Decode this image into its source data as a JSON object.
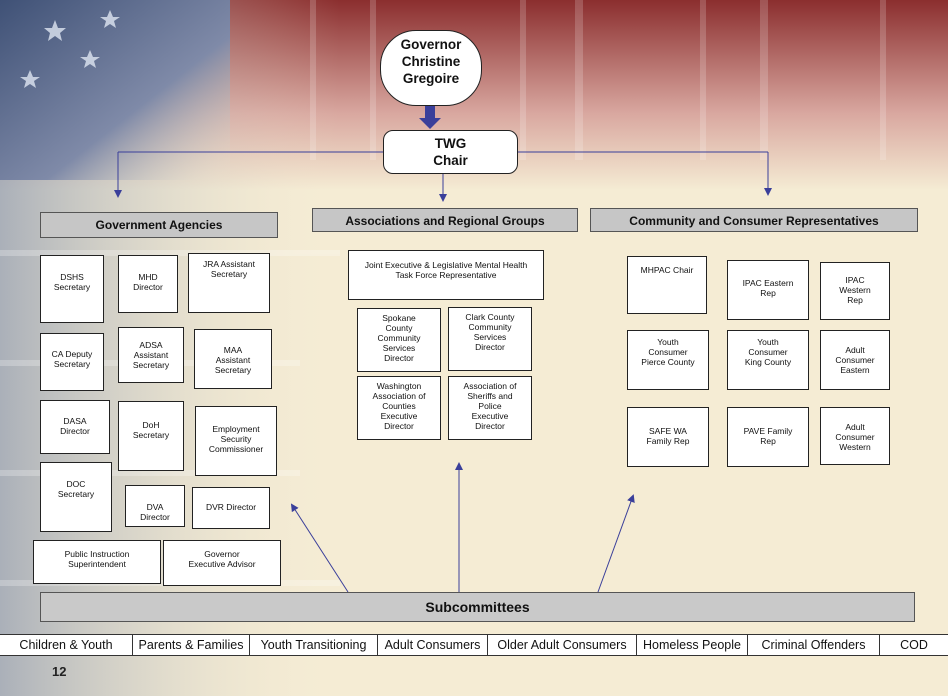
{
  "governor": "Governor\nChristine\nGregoire",
  "chair": "TWG\nChair",
  "headers": {
    "gov": "Government Agencies",
    "assoc": "Associations and Regional Groups",
    "community": "Community and Consumer Representatives"
  },
  "gov_boxes": {
    "dshs": "DSHS\nSecretary",
    "mhd": "MHD\nDirector",
    "jra": "JRA Assistant\nSecretary",
    "ca": "CA Deputy\nSecretary",
    "adsa": "ADSA\nAssistant\nSecretary",
    "maa": "MAA\nAssistant\nSecretary",
    "dasa": "DASA\nDirector",
    "doh": "DoH\nSecretary",
    "esc": "Employment\nSecurity\nCommissioner",
    "doc": "DOC\nSecretary",
    "dva": "DVA\nDirector",
    "dvr": "DVR Director",
    "public": "Public Instruction\nSuperintendent",
    "advisor": "Governor\nExecutive Advisor"
  },
  "assoc_boxes": {
    "joint": "Joint Executive & Legislative Mental Health\nTask Force Representative",
    "spokane": "Spokane\nCounty\nCommunity\nServices\nDirector",
    "clark": "Clark County\nCommunity\nServices\nDirector",
    "wac": "Washington\nAssociation of\nCounties\nExecutive\nDirector",
    "sheriffs": "Association of\nSheriffs and\nPolice\nExecutive\nDirector"
  },
  "comm_boxes": {
    "mhpac": "MHPAC Chair",
    "ipac_e": "IPAC Eastern\nRep",
    "ipac_w": "IPAC\nWestern\nRep",
    "youth_pierce": "Youth\nConsumer\nPierce County",
    "youth_king": "Youth\nConsumer\nKing County",
    "adult_e": "Adult\nConsumer\nEastern",
    "safe": "SAFE WA\nFamily Rep",
    "pave": "PAVE Family\nRep",
    "adult_w": "Adult\nConsumer\nWestern"
  },
  "subcommittees": "Subcommittees",
  "tabs": [
    "Children & Youth",
    "Parents & Families",
    "Youth Transitioning",
    "Adult Consumers",
    "Older Adult Consumers",
    "Homeless People",
    "Criminal Offenders",
    "COD"
  ],
  "slide_number": "12",
  "colors": {
    "arrow": "#3a3f9a",
    "header_fill": "#c6c6c6",
    "background": "#f5ecd4"
  }
}
